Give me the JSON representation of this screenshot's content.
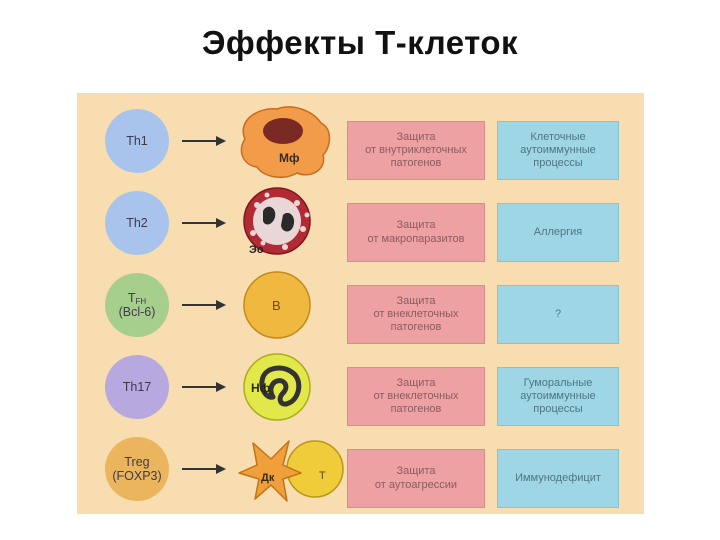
{
  "title": "Эффекты Т-клеток",
  "colors": {
    "panel": "#f8ddb0",
    "protection_box": "#eea1a3",
    "disease_box": "#9fd6e6",
    "th1": "#a9c4ec",
    "th2": "#a9c4ec",
    "tfh": "#a6ce8c",
    "th17": "#b7a8e0",
    "treg": "#eab55c"
  },
  "rows": [
    {
      "tcell": "Th1",
      "effector_label": "Мф",
      "effector_icon": "macrophage-icon",
      "protection": "Защита\nот внутриклеточных\nпатогенов",
      "disease": "Клеточные\nаутоиммунные\nпроцессы"
    },
    {
      "tcell": "Th2",
      "effector_label": "Эо",
      "effector_icon": "eosinophil-icon",
      "protection": "Защита\nот макропаразитов",
      "disease": "Аллергия"
    },
    {
      "tcell_main": "T",
      "tcell_sub": "FH",
      "tcell_line2": "(Bcl-6)",
      "effector_label": "B",
      "effector_icon": "b-cell-icon",
      "protection": "Защита\nот внеклеточных\nпатогенов",
      "disease": "?"
    },
    {
      "tcell": "Th17",
      "effector_label": "Нф",
      "effector_icon": "neutrophil-icon",
      "protection": "Защита\nот внеклеточных\nпатогенов",
      "disease": "Гуморальные\nаутоиммунные\nпроцессы"
    },
    {
      "tcell_line1": "Treg",
      "tcell_line2": "(FOXP3)",
      "effector_label": "Дк",
      "effector_label2": "T",
      "effector_icon": "dendritic-cell-icon",
      "protection": "Защита\nот аутоагрессии",
      "disease": "Иммунодефицит"
    }
  ]
}
